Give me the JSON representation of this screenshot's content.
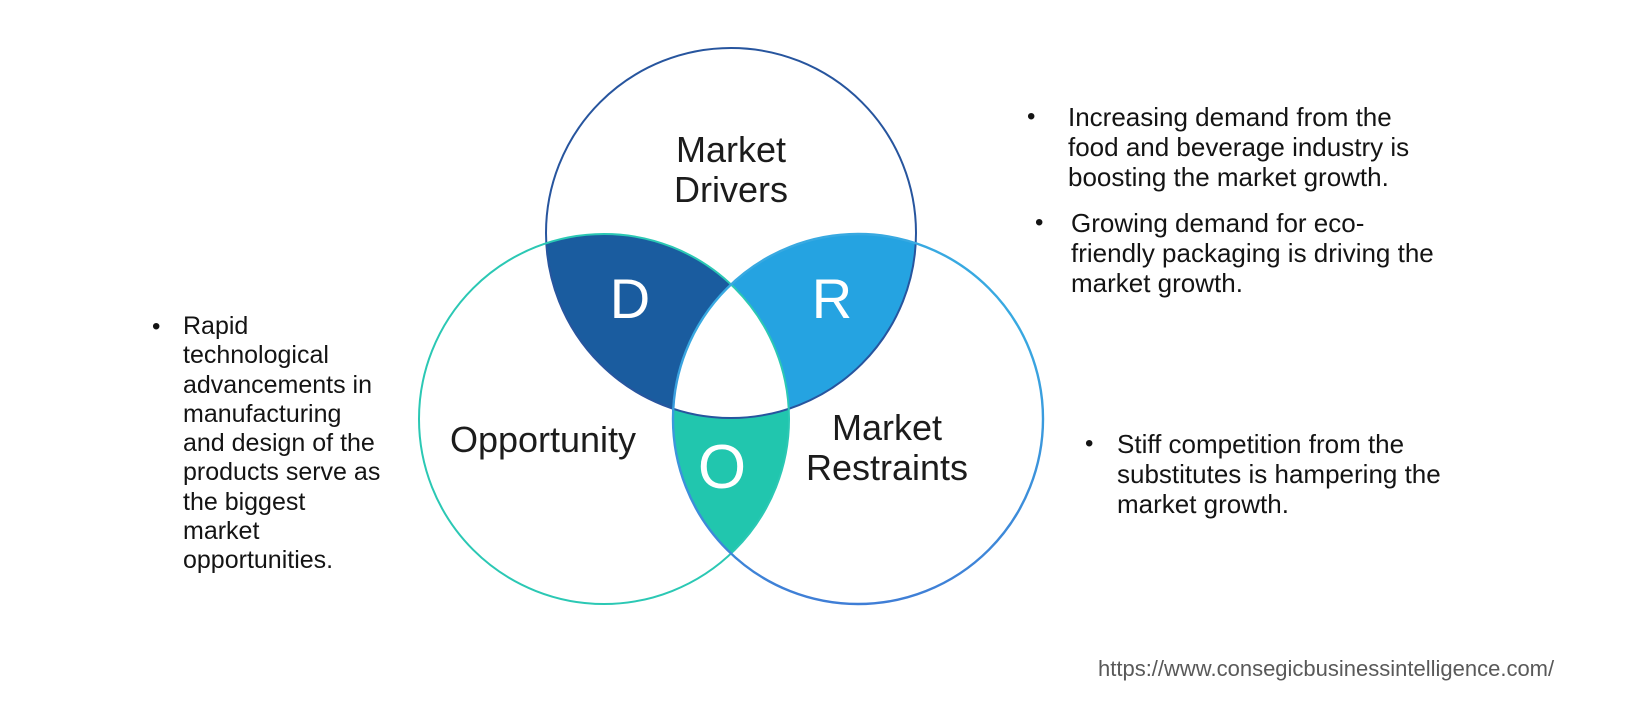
{
  "venn": {
    "drivers_label": "Market\nDrivers",
    "opportunity_label": "Opportunity",
    "restraints_label": "Market\nRestraints",
    "d_letter": "D",
    "r_letter": "R",
    "o_letter": "O",
    "d_fill": "#1A5C9F",
    "r_fill": "#25A3E1",
    "o_fill": "#21C6AE",
    "center_fill": "#FFFFFF",
    "drivers_stroke": "#27559E",
    "opportunity_stroke": "#2BC8B4",
    "restraints_stroke_top": "#38A9E1",
    "restraints_stroke_bottom": "#3F7ED6",
    "letter_color": "#FFFFFF"
  },
  "bullets": {
    "opportunity": {
      "marker": "•",
      "text": "Rapid\ntechnological\nadvancements in\nmanufacturing\nand design of the\nproducts serve as\nthe biggest\nmarket\nopportunities."
    },
    "drivers_1": {
      "marker": "•",
      "text": "Increasing demand from the\nfood and beverage industry is\nboosting the market growth."
    },
    "drivers_2": {
      "marker": "•",
      "text": "Growing demand for eco-\nfriendly packaging is driving the\nmarket growth."
    },
    "restraints_1": {
      "marker": "•",
      "text": "Stiff competition from the\nsubstitutes is hampering the\nmarket growth."
    }
  },
  "footer": {
    "url": "https://www.consegicbusinessintelligence.com/"
  }
}
